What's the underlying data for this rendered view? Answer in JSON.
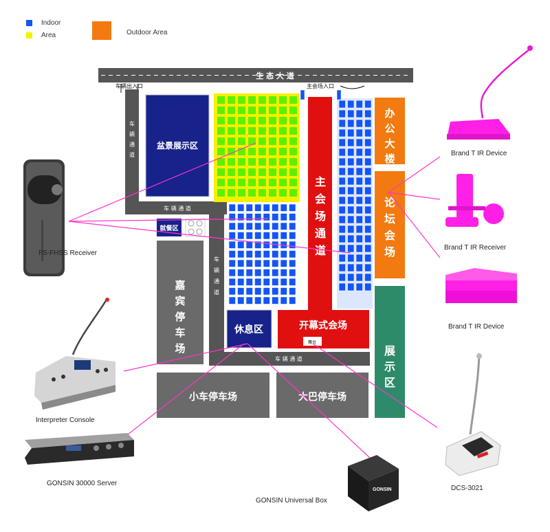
{
  "legend": {
    "items": [
      {
        "label": "Indoor",
        "color": "#1455f5"
      },
      {
        "label": "Area",
        "color": "#f5f000"
      },
      {
        "label": "Outdoor Area",
        "color": "#f27a10"
      }
    ]
  },
  "roads": {
    "main_road": "生 态 大 道",
    "vehicle_entrance": "车辆出入口",
    "venue_entrance": "主会场入口",
    "vehicle_lane": "车 辆 通 道"
  },
  "zones": {
    "bonsai": "盆景展示区",
    "main_hall": "主会场通道",
    "office": "办公大楼",
    "forum": "论坛会场",
    "dining": "就餐区",
    "vip_parking": "嘉宾停车场",
    "rest": "休息区",
    "opening": "开幕式会场",
    "stage": "舞台",
    "exhibit": "展示区",
    "small_car_parking": "小车停车场",
    "bus_parking": "大巴停车场"
  },
  "devices": {
    "fs_fhss": "FS-FHSS Receiver",
    "brand_ir_device_top": "Brand T IR Device",
    "brand_ir_receiver": "Brand T IR Receiver",
    "brand_ir_device_bottom": "Brand T IR Device",
    "interpreter_console": "Interpreter Console",
    "server": "GONSIN 30000 Server",
    "universal_box": "GONSIN Universal Box",
    "box_brand": "GONSIN",
    "dcs": "DCS-3021"
  },
  "colors": {
    "blue": "#1455f5",
    "yellow_green": "#b8f000",
    "green_cell": "#5ff000",
    "red": "#e01010",
    "orange": "#f27a10",
    "teal": "#2e8b6a",
    "gray": "#6a6a6a",
    "navy": "#17228a",
    "magenta": "#ff33cc",
    "device_magenta": "#ff1fe6"
  }
}
